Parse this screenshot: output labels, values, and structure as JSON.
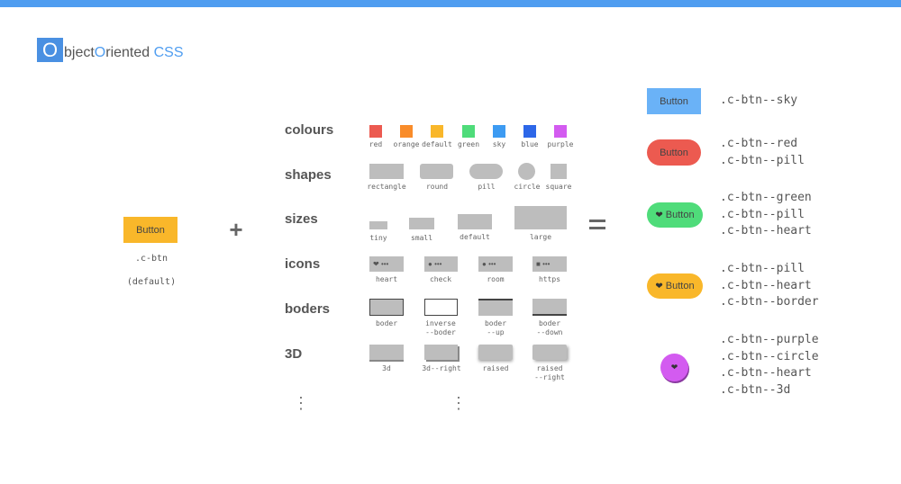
{
  "title": {
    "o": "O",
    "p1": "bject ",
    "o2": "O",
    "p2": "riented ",
    "css": "CSS"
  },
  "base": {
    "button": "Button",
    "class": ".c-btn",
    "note": "(default)"
  },
  "operators": {
    "plus": "+"
  },
  "categories": [
    "colours",
    "shapes",
    "sizes",
    "icons",
    "boders",
    "3D"
  ],
  "colours": [
    {
      "label": "red",
      "color": "#ec5a50"
    },
    {
      "label": "orange",
      "color": "#f98c2a"
    },
    {
      "label": "default",
      "color": "#f9b72a"
    },
    {
      "label": "green",
      "color": "#4fdc7a"
    },
    {
      "label": "sky",
      "color": "#3d9bf2"
    },
    {
      "label": "blue",
      "color": "#2d67e8"
    },
    {
      "label": "purple",
      "color": "#d35bf0"
    }
  ],
  "shapes": [
    "rectangle",
    "round",
    "pill",
    "circle",
    "square"
  ],
  "sizes": [
    "tiny",
    "small",
    "default",
    "large"
  ],
  "icons": [
    {
      "label": "heart",
      "icon": "heart-icon"
    },
    {
      "label": "check",
      "icon": "check-icon"
    },
    {
      "label": "room",
      "icon": "pin-icon"
    },
    {
      "label": "https",
      "icon": "lock-icon"
    }
  ],
  "icons_dots": "•••",
  "borders": [
    {
      "l1": "boder",
      "l2": ""
    },
    {
      "l1": "inverse",
      "l2": "--boder"
    },
    {
      "l1": "boder",
      "l2": "--up"
    },
    {
      "l1": "boder",
      "l2": "--down"
    }
  ],
  "threed": [
    {
      "l1": "3d",
      "l2": ""
    },
    {
      "l1": "3d--right",
      "l2": ""
    },
    {
      "l1": "raised",
      "l2": ""
    },
    {
      "l1": "raised",
      "l2": "--right"
    }
  ],
  "vdots": "⋮",
  "results": [
    {
      "button": "Button",
      "classes": ".c-btn--sky",
      "color": "#6ab2f7"
    },
    {
      "button": "Button",
      "classes": ".c-btn--red\n.c-btn--pill",
      "color": "#ec5a50"
    },
    {
      "button": "Button",
      "classes": ".c-btn--green\n.c-btn--pill\n.c-btn--heart",
      "color": "#4fdc7a"
    },
    {
      "button": "Button",
      "classes": ".c-btn--pill\n.c-btn--heart\n.c-btn--border",
      "color": "#f9b72a"
    },
    {
      "button": "",
      "classes": ".c-btn--purple\n.c-btn--circle\n.c-btn--heart\n.c-btn--3d",
      "color": "#d35bf0"
    }
  ]
}
